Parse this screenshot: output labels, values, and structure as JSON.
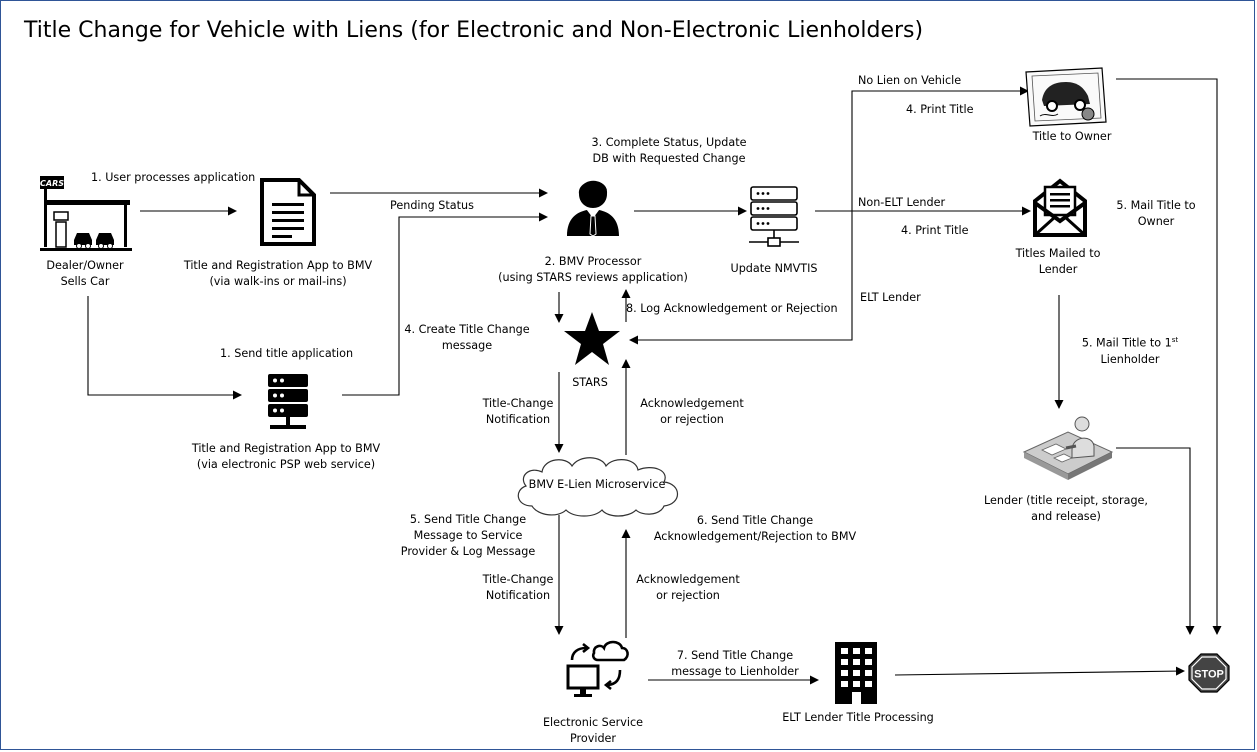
{
  "title": "Title Change for Vehicle with Liens (for Electronic and Non-Electronic Lienholders)",
  "nodes": {
    "dealer": {
      "label_1": "Dealer/Owner",
      "label_2": "Sells Car",
      "sign_text": "CARS"
    },
    "app_bmv": {
      "label_1": "Title and Registration App to BMV",
      "label_2": "(via walk-ins or mail-ins)"
    },
    "app_psp": {
      "label_1": "Title and Registration App to BMV",
      "label_2": "(via electronic PSP web service)"
    },
    "processor": {
      "label_1": "2. BMV Processor",
      "label_2": "(using STARS reviews application)"
    },
    "nmvtis": {
      "label": "Update NMVTIS"
    },
    "stars": {
      "label": "STARS"
    },
    "elien": {
      "label": "BMV E-Lien Microservice"
    },
    "esp": {
      "label_1": "Electronic Service",
      "label_2": "Provider"
    },
    "elt_processing": {
      "label": "ELT Lender Title Processing"
    },
    "title_owner": {
      "label": "Title to Owner"
    },
    "mailed_lender": {
      "label_1": "Titles Mailed to",
      "label_2": "Lender"
    },
    "lender": {
      "label_1": "Lender (title receipt, storage,",
      "label_2": "and release)"
    },
    "stop": {
      "label": "STOP"
    }
  },
  "edges": {
    "user_processes": "1. User processes application",
    "send_title_app": "1. Send title application",
    "pending_status": "Pending Status",
    "complete_status_1": "3. Complete Status, Update",
    "complete_status_2": "DB with Requested Change",
    "no_lien": "No Lien on Vehicle",
    "print_title_a": "4. Print Title",
    "non_elt": "Non-ELT Lender",
    "print_title_b": "4. Print Title",
    "mail_owner_1": "5. Mail Title to",
    "mail_owner_2": "Owner",
    "elt_lender": "ELT Lender",
    "mail_lienholder_1": "5. Mail Title to 1",
    "mail_lienholder_sup": "st",
    "mail_lienholder_2": "Lienholder",
    "log_ack": "8. Log Acknowledgement or Rejection",
    "create_msg_1": "4. Create Title Change",
    "create_msg_2": "message",
    "notif_a_1": "Title-Change",
    "notif_a_2": "Notification",
    "ack_a_1": "Acknowledgement",
    "ack_a_2": "or rejection",
    "send_sp_1": "5. Send Title Change",
    "send_sp_2": "Message to Service",
    "send_sp_3": "Provider & Log Message",
    "send_bmv_1": "6. Send Title Change",
    "send_bmv_2": "Acknowledgement/Rejection to BMV",
    "notif_b_1": "Title-Change",
    "notif_b_2": "Notification",
    "ack_b_1": "Acknowledgement",
    "ack_b_2": "or rejection",
    "send_lien_1": "7. Send Title Change",
    "send_lien_2": "message to Lienholder"
  }
}
